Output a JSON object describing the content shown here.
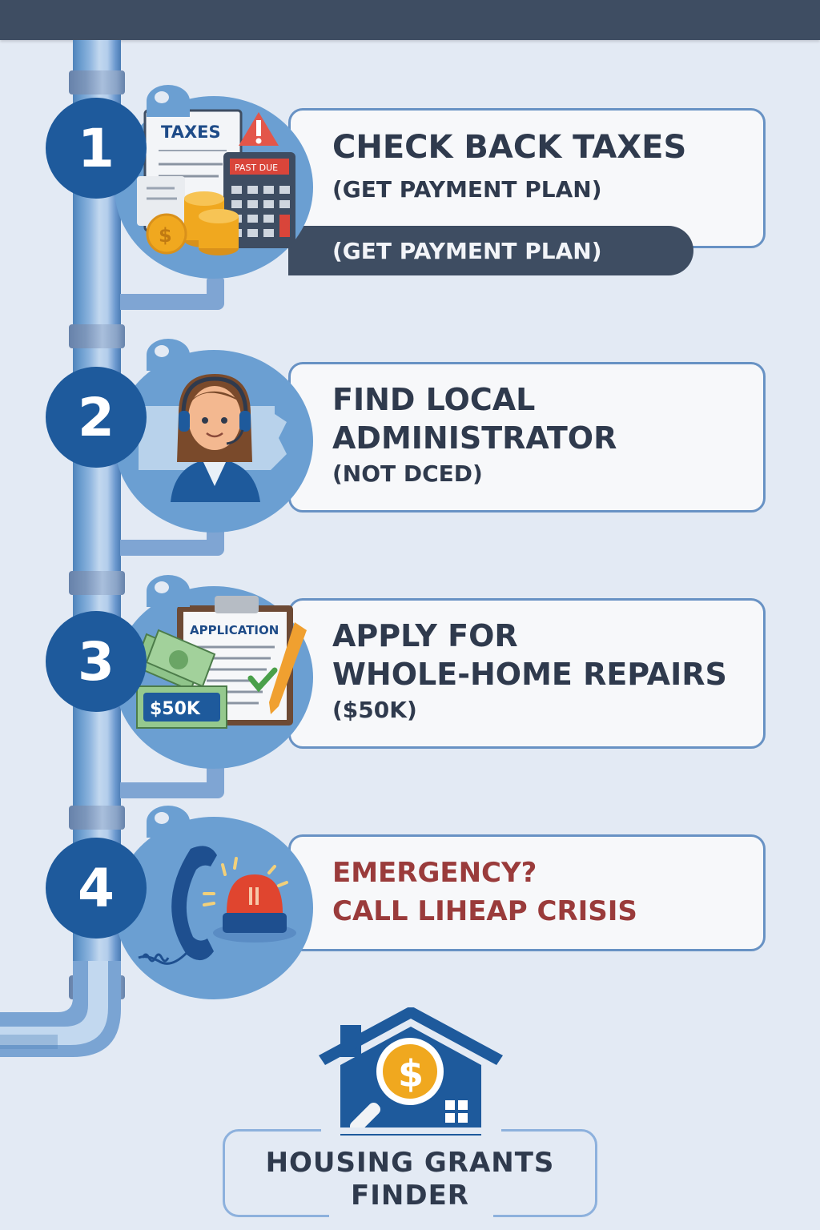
{
  "header": {
    "bar_color": "#3e4d62"
  },
  "colors": {
    "background": "#e3eaf4",
    "number_badge": "#1e5a9c",
    "medal": "#6b9fd2",
    "card_border": "#6892c4",
    "text_dark": "#2f3a4d",
    "text_emergency": "#9a3b3b",
    "coin_gold": "#f0a81f"
  },
  "steps": [
    {
      "number": "1",
      "title_line1": "CHECK BACK TAXES",
      "subtitle": "(GET PAYMENT PLAN)",
      "ribbon": "(GET PAYMENT PLAN)",
      "icon": "taxes-calculator-icon",
      "icon_labels": {
        "document": "TAXES",
        "calculator": "PAST DUE"
      }
    },
    {
      "number": "2",
      "title_line1": "FIND LOCAL",
      "title_line2": "ADMINISTRATOR",
      "subtitle": "(NOT DCED)",
      "icon": "support-agent-map-icon"
    },
    {
      "number": "3",
      "title_line1": "APPLY FOR",
      "title_line2": "WHOLE-HOME REPAIRS",
      "subtitle": "($50K)",
      "icon": "application-money-icon",
      "icon_labels": {
        "clipboard": "APPLICATION",
        "money": "$50K"
      }
    },
    {
      "number": "4",
      "title_line1": "EMERGENCY?",
      "title_line2": "CALL LIHEAP CRISIS",
      "icon": "phone-siren-icon"
    }
  ],
  "footer": {
    "logo_icon": "house-dollar-search-icon",
    "title_line1": "HOUSING GRANTS",
    "title_line2": "FINDER"
  }
}
